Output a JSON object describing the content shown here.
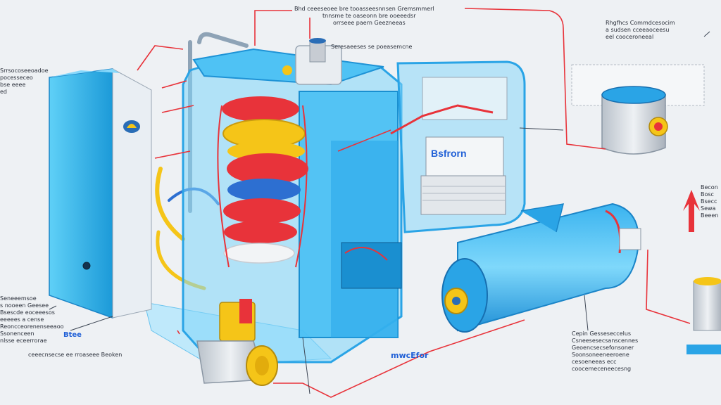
{
  "labels": {
    "top_center": [
      "Bhd ceeeseoee bre tooasseesnnsen Gremsmmerl",
      "tnnsme te oaseonn bre ooeeedsr",
      "orrseee paern Geezneeas"
    ],
    "top_center_sub": "Seresaeeses se poeasemcne",
    "left_top": [
      "Srrsocoseeoadoe",
      "pocesseceo",
      "bse eeee",
      "ed"
    ],
    "left_bottom": [
      "Seneeemsoe",
      "s nooeen Geesee",
      "Bsescde eoceeesos",
      "eeeees a cense",
      "Reoncceorenenseeaoo",
      "Ssonenceen",
      "nlsse eceerrorae"
    ],
    "left_bottom_blue": "Btee",
    "left_bottom_tail": "ceeecnsecse ee rroaseee Beoken",
    "top_right": {
      "title": "Rhgfhcs Commdcesocim",
      "lines": [
        "a sudsen cceeaoceesu",
        "eel cooceroneeal"
      ]
    },
    "mid_center": "Bsfrorn",
    "bottom_center": "mwcEfor",
    "bottom_right": {
      "title": "Cepin Gesseseccelus",
      "subtitle": "Csneesesecsanscennes",
      "lines": [
        "Geoencsecsefonsoner",
        "Soonsoneeneeroene",
        "cesoeneeas ecc",
        "coocemeceneecesng"
      ]
    },
    "right_edge": [
      "Becon",
      "Bosc",
      "Bsecc",
      "Sewa",
      "Beeen"
    ]
  },
  "colors": {
    "primary_blue": "#3fc4f2",
    "dark_blue": "#1a8fd0",
    "red": "#e8333a",
    "yellow": "#f5c518",
    "grey": "#c7ccd3"
  },
  "icons": [
    "flame-logo-icon",
    "indicator-light-icon",
    "gauge-icon",
    "arrow-up-icon"
  ]
}
